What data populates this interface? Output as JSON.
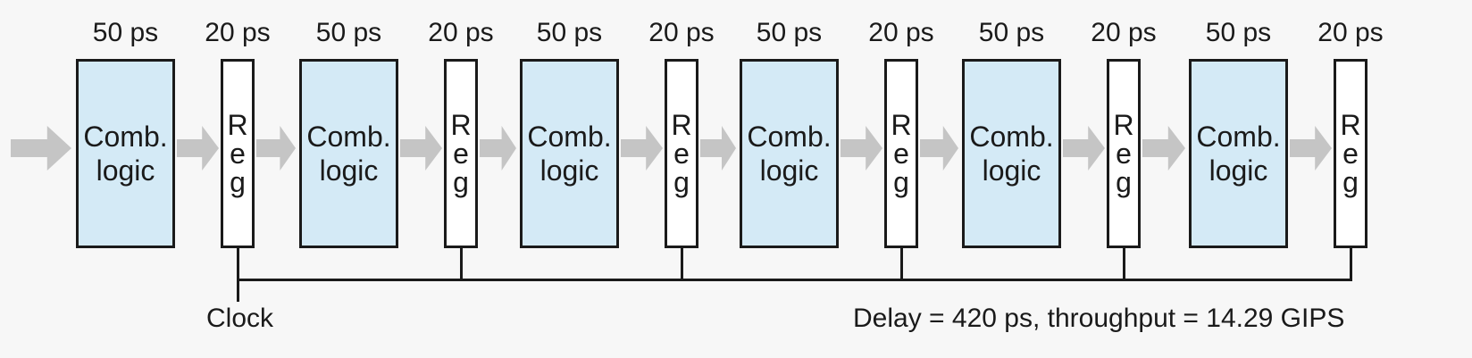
{
  "stages": [
    {
      "comb_delay": "50 ps",
      "reg_delay": "20 ps"
    },
    {
      "comb_delay": "50 ps",
      "reg_delay": "20 ps"
    },
    {
      "comb_delay": "50 ps",
      "reg_delay": "20 ps"
    },
    {
      "comb_delay": "50 ps",
      "reg_delay": "20 ps"
    },
    {
      "comb_delay": "50 ps",
      "reg_delay": "20 ps"
    },
    {
      "comb_delay": "50 ps",
      "reg_delay": "20 ps"
    }
  ],
  "comb_label": {
    "line1": "Comb.",
    "line2": "logic"
  },
  "reg_label": {
    "l1": "R",
    "l2": "e",
    "l3": "g"
  },
  "clock_label": "Clock",
  "summary": "Delay = 420 ps, throughput = 14.29 GIPS",
  "colors": {
    "comb_fill": "#d4eaf6",
    "arrow": "#c5c5c5",
    "line": "#1a1a1a"
  }
}
